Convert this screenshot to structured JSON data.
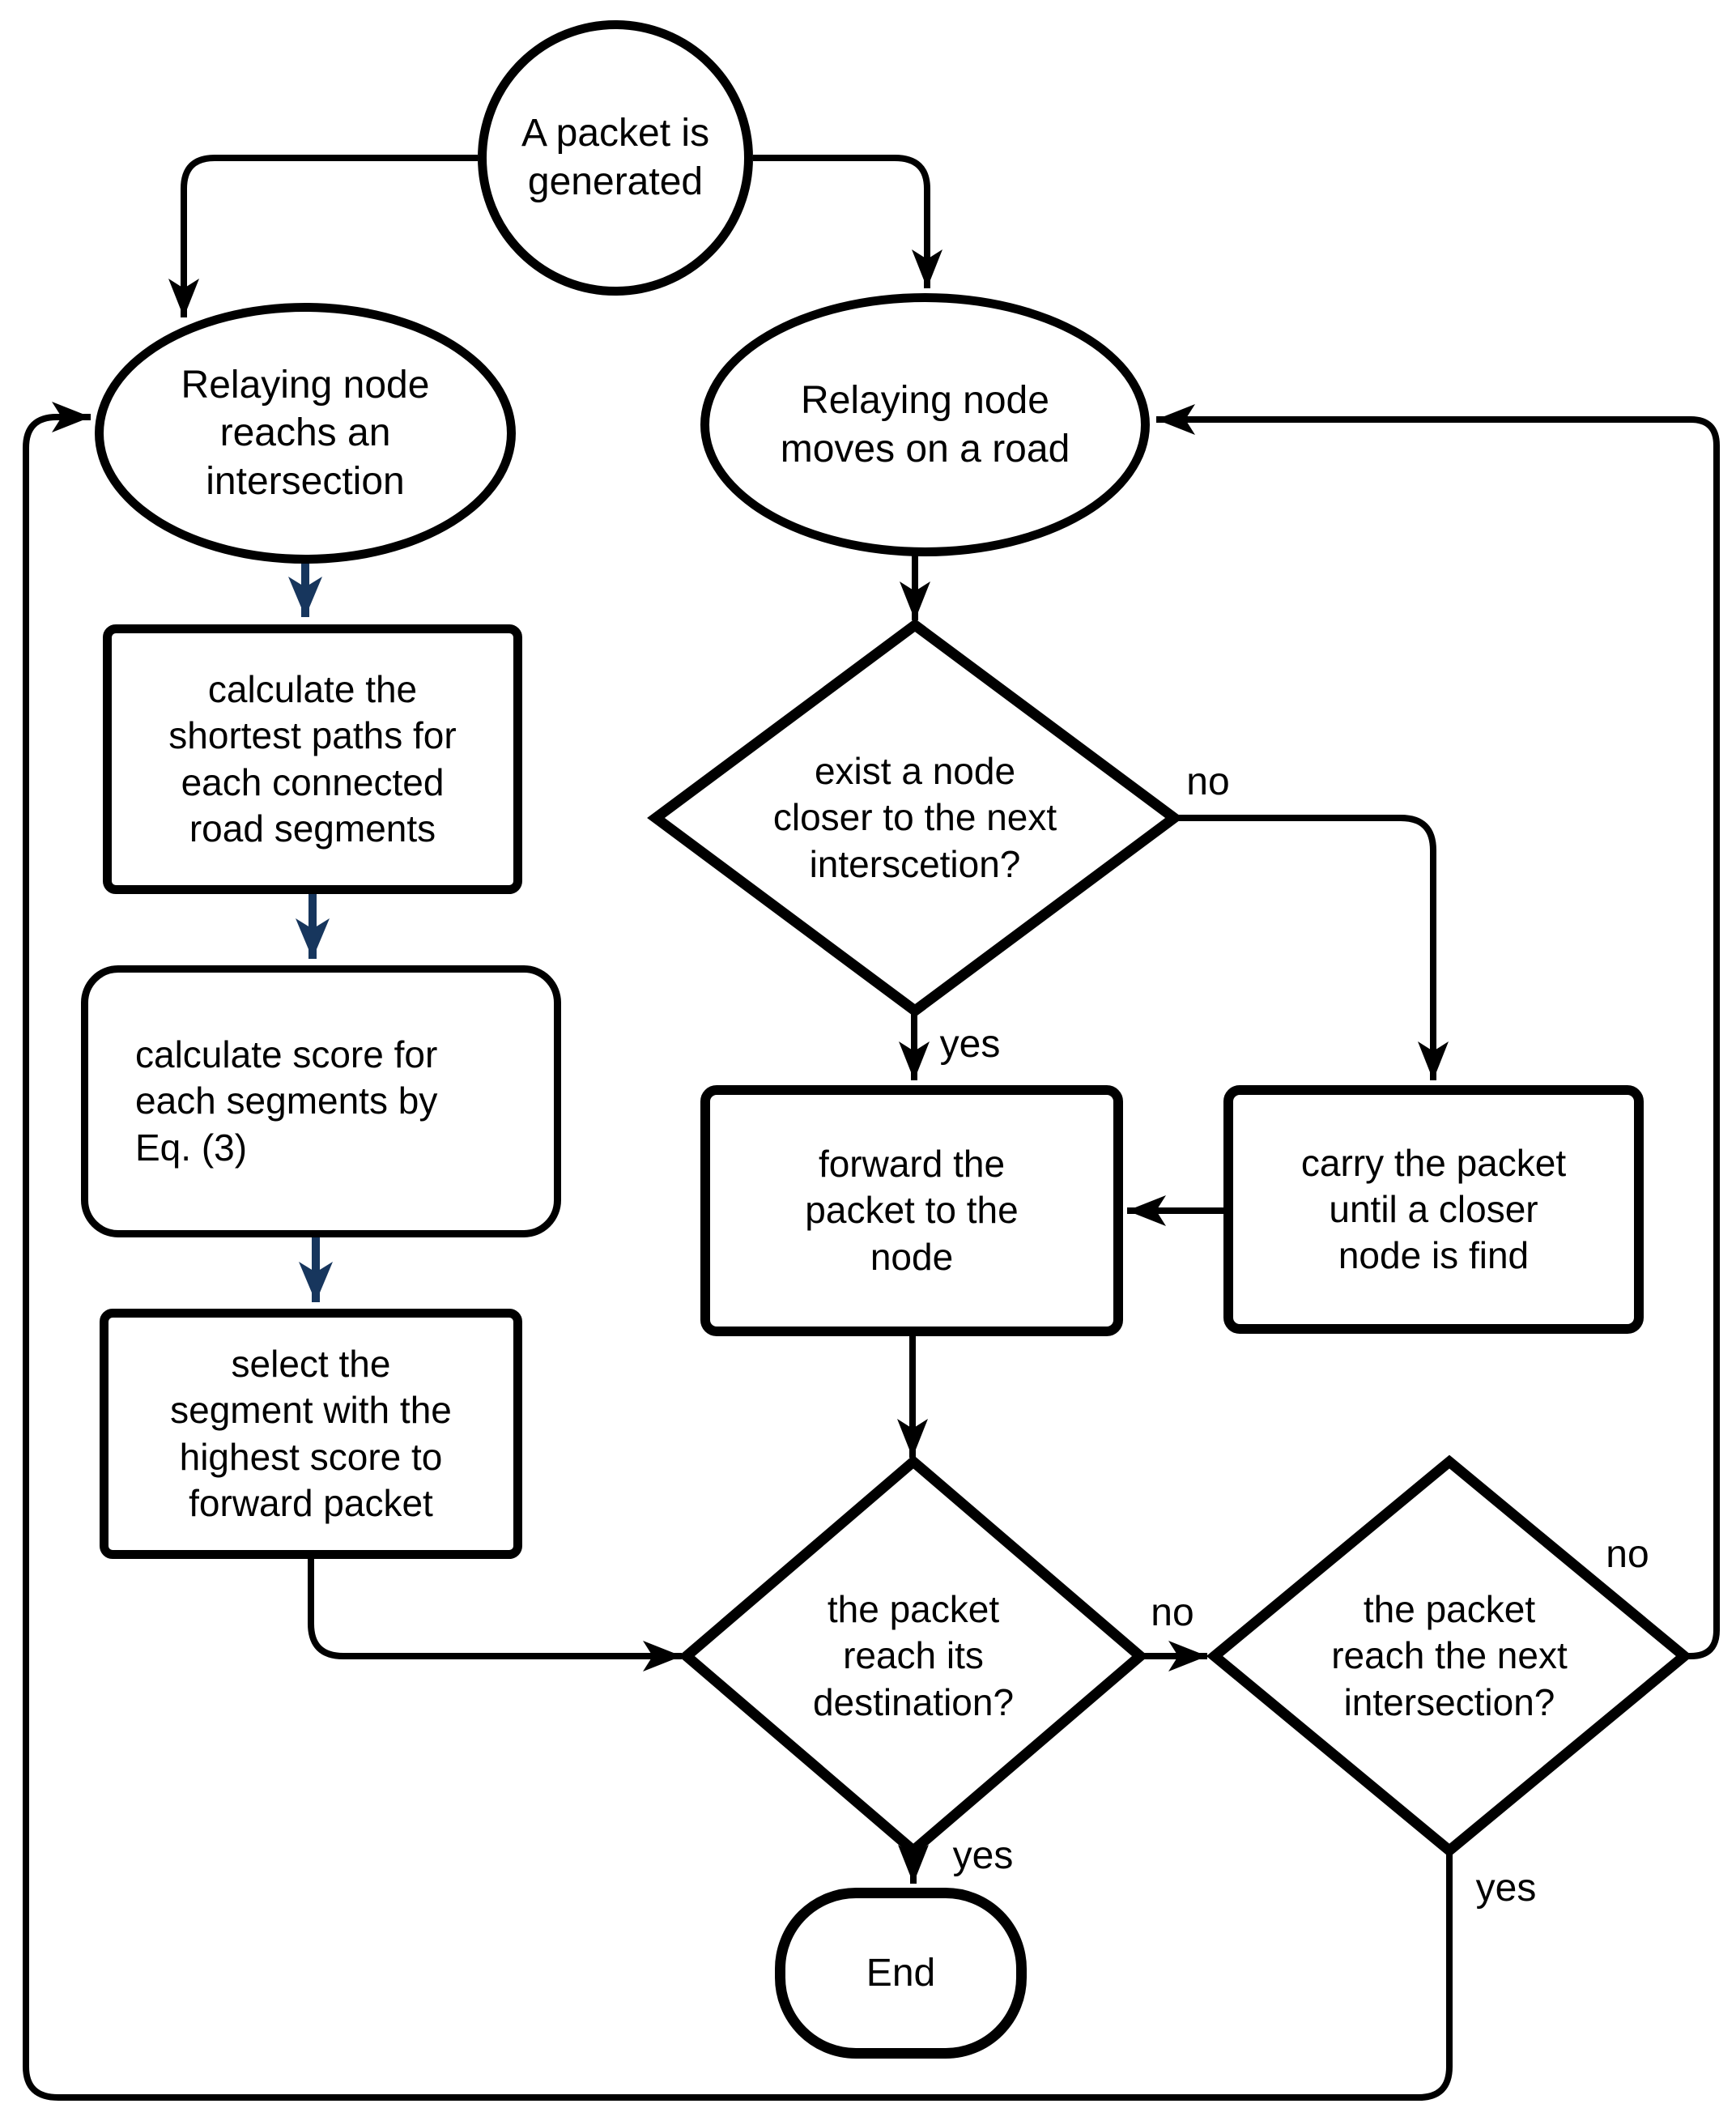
{
  "colors": {
    "stroke": "#000000",
    "flow_arrow_accent": "#17365d",
    "background": "#ffffff",
    "text": "#000000"
  },
  "diagram": {
    "type": "flowchart",
    "nodes": [
      {
        "id": "start",
        "shape": "circle",
        "label": "A packet is\ngenerated"
      },
      {
        "id": "relay-intersection",
        "shape": "ellipse",
        "label": "Relaying node\nreachs an\nintersection"
      },
      {
        "id": "relay-road",
        "shape": "ellipse",
        "label": "Relaying node\nmoves on a road"
      },
      {
        "id": "calc-shortest-paths",
        "shape": "rect",
        "label": "calculate the\nshortest paths for\neach connected\nroad segments"
      },
      {
        "id": "calc-score",
        "shape": "rounded-rect",
        "label": "calculate score for\neach segments by\nEq. (3)"
      },
      {
        "id": "select-segment",
        "shape": "rect",
        "label": "select the\nsegment with the\nhighest score to\nforward packet"
      },
      {
        "id": "exist-closer-node",
        "shape": "diamond",
        "label": "exist a node\ncloser to the next\ninterscetion?"
      },
      {
        "id": "forward-packet",
        "shape": "rect",
        "label": "forward the\npacket to the\nnode"
      },
      {
        "id": "carry-packet",
        "shape": "rect",
        "label": "carry the packet\nuntil a closer\nnode is find"
      },
      {
        "id": "reach-destination",
        "shape": "diamond",
        "label": "the packet\nreach its\ndestination?"
      },
      {
        "id": "reach-next-intersection",
        "shape": "diamond",
        "label": "the packet\nreach the next\nintersection?"
      },
      {
        "id": "end",
        "shape": "stadium",
        "label": "End"
      }
    ],
    "edges": [
      {
        "from": "start",
        "to": "relay-intersection",
        "label": ""
      },
      {
        "from": "start",
        "to": "relay-road",
        "label": ""
      },
      {
        "from": "relay-intersection",
        "to": "calc-shortest-paths",
        "label": ""
      },
      {
        "from": "calc-shortest-paths",
        "to": "calc-score",
        "label": ""
      },
      {
        "from": "calc-score",
        "to": "select-segment",
        "label": ""
      },
      {
        "from": "select-segment",
        "to": "reach-destination",
        "label": ""
      },
      {
        "from": "relay-road",
        "to": "exist-closer-node",
        "label": ""
      },
      {
        "from": "exist-closer-node",
        "to": "forward-packet",
        "label": "yes"
      },
      {
        "from": "exist-closer-node",
        "to": "carry-packet",
        "label": "no"
      },
      {
        "from": "carry-packet",
        "to": "forward-packet",
        "label": ""
      },
      {
        "from": "forward-packet",
        "to": "reach-destination",
        "label": ""
      },
      {
        "from": "reach-destination",
        "to": "end",
        "label": "yes"
      },
      {
        "from": "reach-destination",
        "to": "reach-next-intersection",
        "label": "no"
      },
      {
        "from": "reach-next-intersection",
        "to": "relay-road",
        "label": "no"
      },
      {
        "from": "reach-next-intersection",
        "to": "relay-intersection",
        "label": "yes"
      }
    ]
  }
}
